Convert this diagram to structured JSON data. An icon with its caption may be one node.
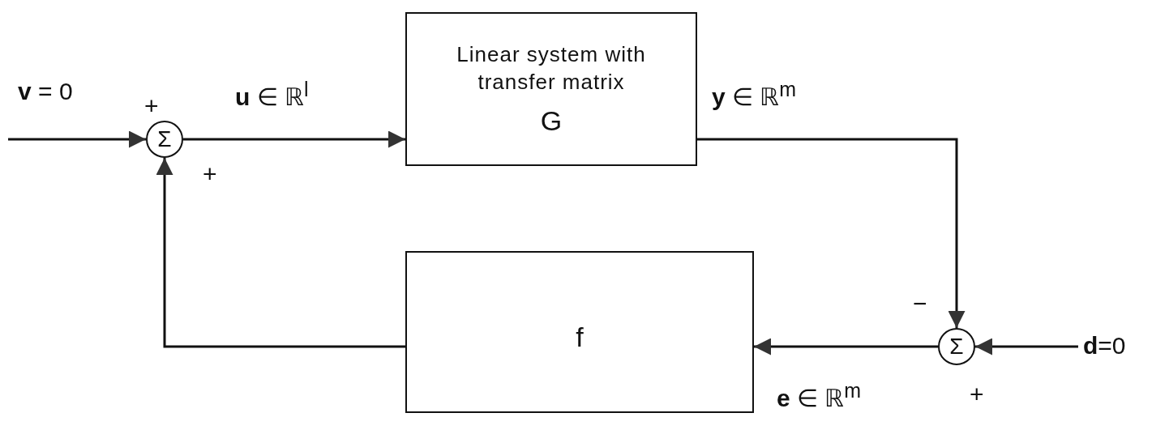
{
  "diagram": {
    "nodes": [
      {
        "text": [
          "Σ"
        ],
        "beside": [
          "+",
          "+"
        ]
      },
      {
        "text": [
          "Linear system with transfer matrix",
          "G"
        ]
      },
      {
        "text": [
          "Σ"
        ],
        "beside": [
          "−",
          "+"
        ]
      },
      {
        "text": [
          "f"
        ]
      }
    ],
    "edges": [
      {
        "from": null,
        "to": 0,
        "arrow": "to",
        "label": "**v** = 0"
      },
      {
        "from": 0,
        "to": 1,
        "arrow": "to",
        "label": "**u** ∈ ℝ$^{l}$"
      },
      {
        "from": 1,
        "to": 2,
        "arrow": "to",
        "label": "**y** ∈ ℝ$^{m}$"
      },
      {
        "from": null,
        "to": 2,
        "arrow": "to",
        "label": "**d**=0"
      },
      {
        "from": 2,
        "to": 3,
        "arrow": "to",
        "label": "**e** ∈ ℝ$^{m}$"
      },
      {
        "from": 3,
        "to": 0,
        "arrow": "to"
      }
    ]
  }
}
